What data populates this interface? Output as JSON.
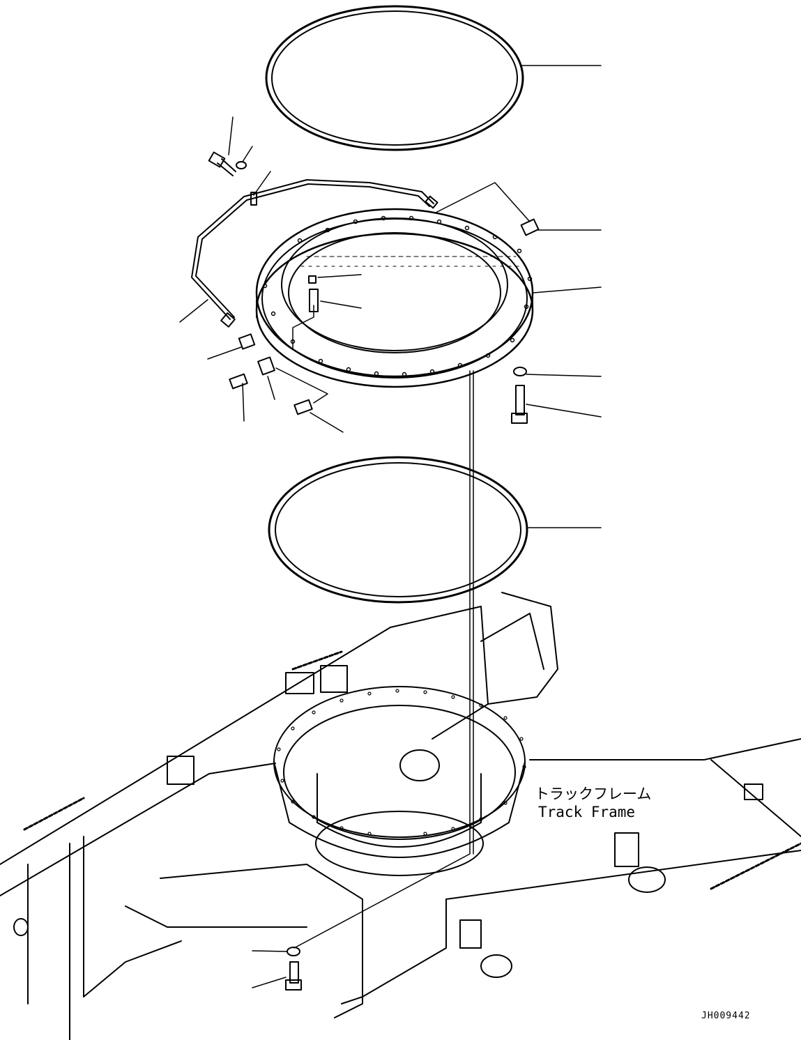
{
  "figure": {
    "label_jp": "トラックフレーム",
    "label_en": "Track Frame",
    "drawing_code": "JH009442"
  },
  "colors": {
    "line": "#000000",
    "background": "#ffffff"
  }
}
